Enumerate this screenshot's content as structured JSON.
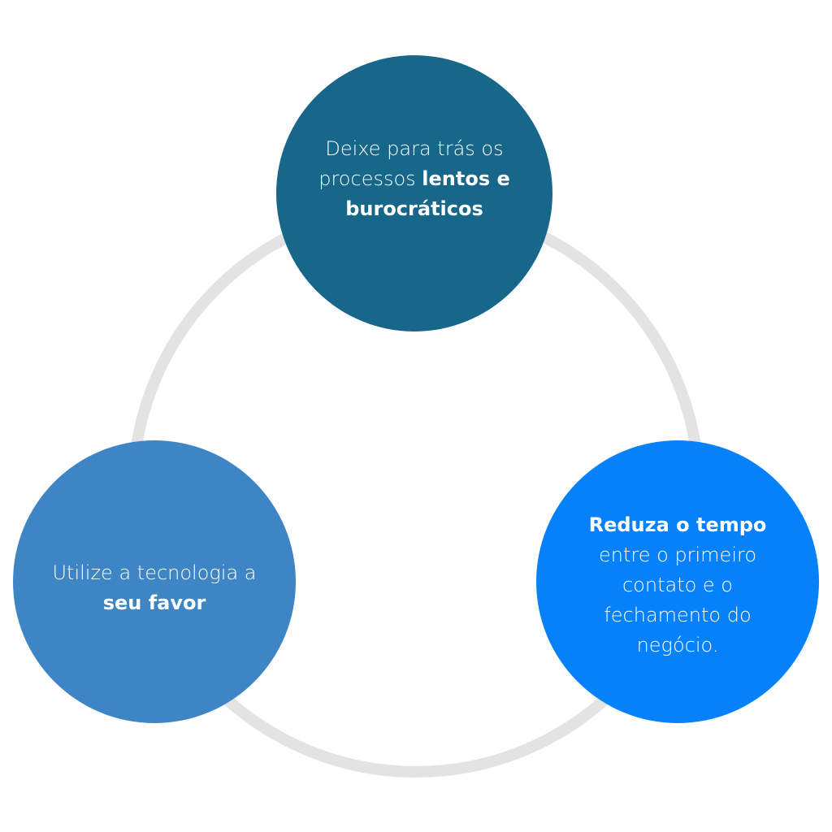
{
  "colors": {
    "ring": "#e3e3e3",
    "top_node": "#17678a",
    "left_node": "#3e85c6",
    "right_node": "#0581fb",
    "text": "#ffffff"
  },
  "nodes": {
    "top": {
      "line1": "Deixe para trás os",
      "line2_regular": "processos ",
      "line2_bold": "lentos e",
      "line3_bold": "burocráticos"
    },
    "left": {
      "line1": "Utilize a tecnologia a",
      "line2_bold": "seu favor"
    },
    "right": {
      "line1_bold": "Reduza o tempo",
      "line2": "entre o primeiro",
      "line3": "contato e o",
      "line4": "fechamento do",
      "line5": "negócio."
    }
  }
}
